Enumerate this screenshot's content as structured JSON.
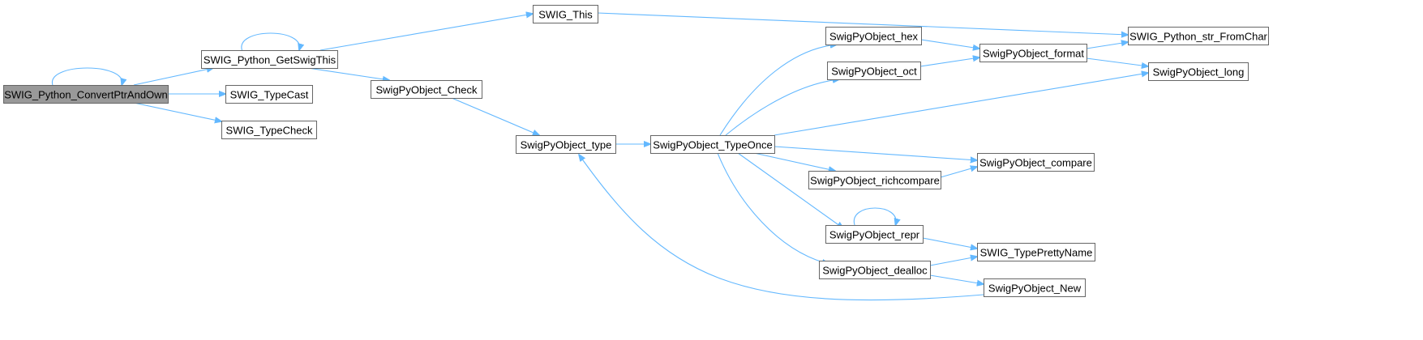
{
  "diagram": {
    "kind": "call-graph",
    "colors": {
      "edge": "#63b8ff",
      "node_border": "#666666",
      "root_fill": "#999999",
      "node_fill": "#ffffff"
    },
    "nodes": [
      {
        "id": "root",
        "label": "SWIG_Python_ConvertPtrAndOwn",
        "root": true
      },
      {
        "id": "getswigthis",
        "label": "SWIG_Python_GetSwigThis"
      },
      {
        "id": "typecast",
        "label": "SWIG_TypeCast"
      },
      {
        "id": "typecheck",
        "label": "SWIG_TypeCheck"
      },
      {
        "id": "this",
        "label": "SWIG_This"
      },
      {
        "id": "check",
        "label": "SwigPyObject_Check"
      },
      {
        "id": "type",
        "label": "SwigPyObject_type"
      },
      {
        "id": "typeonce",
        "label": "SwigPyObject_TypeOnce"
      },
      {
        "id": "hex",
        "label": "SwigPyObject_hex"
      },
      {
        "id": "oct",
        "label": "SwigPyObject_oct"
      },
      {
        "id": "richcompare",
        "label": "SwigPyObject_richcompare"
      },
      {
        "id": "repr",
        "label": "SwigPyObject_repr"
      },
      {
        "id": "dealloc",
        "label": "SwigPyObject_dealloc"
      },
      {
        "id": "format",
        "label": "SwigPyObject_format"
      },
      {
        "id": "strfromchar",
        "label": "SWIG_Python_str_FromChar"
      },
      {
        "id": "long",
        "label": "SwigPyObject_long"
      },
      {
        "id": "compare",
        "label": "SwigPyObject_compare"
      },
      {
        "id": "prettyname",
        "label": "SWIG_TypePrettyName"
      },
      {
        "id": "new",
        "label": "SwigPyObject_New"
      }
    ],
    "edges": [
      {
        "from": "root",
        "to": "root"
      },
      {
        "from": "root",
        "to": "getswigthis"
      },
      {
        "from": "root",
        "to": "typecast"
      },
      {
        "from": "root",
        "to": "typecheck"
      },
      {
        "from": "getswigthis",
        "to": "getswigthis"
      },
      {
        "from": "getswigthis",
        "to": "this"
      },
      {
        "from": "getswigthis",
        "to": "check"
      },
      {
        "from": "this",
        "to": "strfromchar"
      },
      {
        "from": "check",
        "to": "type"
      },
      {
        "from": "type",
        "to": "typeonce"
      },
      {
        "from": "typeonce",
        "to": "hex"
      },
      {
        "from": "typeonce",
        "to": "oct"
      },
      {
        "from": "typeonce",
        "to": "long"
      },
      {
        "from": "typeonce",
        "to": "compare"
      },
      {
        "from": "typeonce",
        "to": "richcompare"
      },
      {
        "from": "typeonce",
        "to": "repr"
      },
      {
        "from": "typeonce",
        "to": "dealloc"
      },
      {
        "from": "hex",
        "to": "format"
      },
      {
        "from": "oct",
        "to": "format"
      },
      {
        "from": "format",
        "to": "strfromchar"
      },
      {
        "from": "format",
        "to": "long"
      },
      {
        "from": "richcompare",
        "to": "compare"
      },
      {
        "from": "repr",
        "to": "repr"
      },
      {
        "from": "repr",
        "to": "prettyname"
      },
      {
        "from": "dealloc",
        "to": "prettyname"
      },
      {
        "from": "dealloc",
        "to": "new"
      },
      {
        "from": "new",
        "to": "type"
      }
    ]
  }
}
